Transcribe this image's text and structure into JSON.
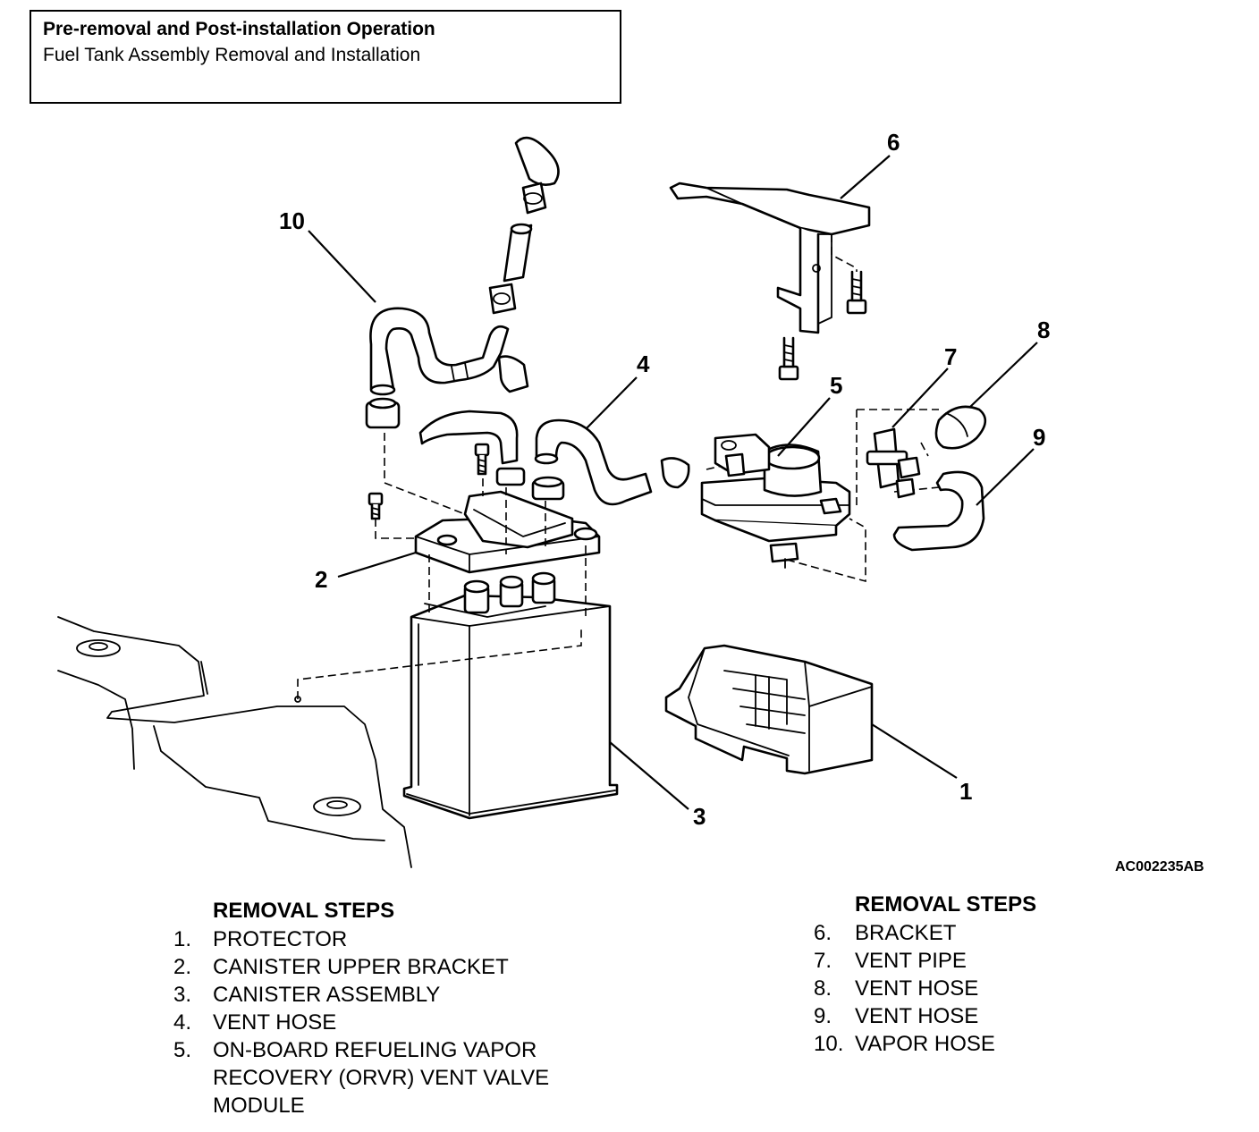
{
  "header": {
    "title": "Pre-removal and Post-installation Operation",
    "subtitle": "Fuel Tank Assembly Removal and Installation"
  },
  "figure_code": "AC002235AB",
  "callouts": [
    "1",
    "2",
    "3",
    "4",
    "5",
    "6",
    "7",
    "8",
    "9",
    "10"
  ],
  "steps_left": {
    "heading": "REMOVAL STEPS",
    "items": [
      {
        "num": "1.",
        "label": "PROTECTOR"
      },
      {
        "num": "2.",
        "label": "CANISTER UPPER BRACKET"
      },
      {
        "num": "3.",
        "label": "CANISTER ASSEMBLY"
      },
      {
        "num": "4.",
        "label": "VENT HOSE"
      },
      {
        "num": "5.",
        "label": "ON-BOARD REFUELING VAPOR\nRECOVERY (ORVR) VENT VALVE\nMODULE"
      }
    ]
  },
  "steps_right": {
    "heading": "REMOVAL STEPS",
    "items": [
      {
        "num": "6.",
        "label": "BRACKET"
      },
      {
        "num": "7.",
        "label": "VENT PIPE"
      },
      {
        "num": "8.",
        "label": "VENT HOSE"
      },
      {
        "num": "9.",
        "label": "VENT HOSE"
      },
      {
        "num": "10.",
        "label": "VAPOR HOSE"
      }
    ]
  }
}
